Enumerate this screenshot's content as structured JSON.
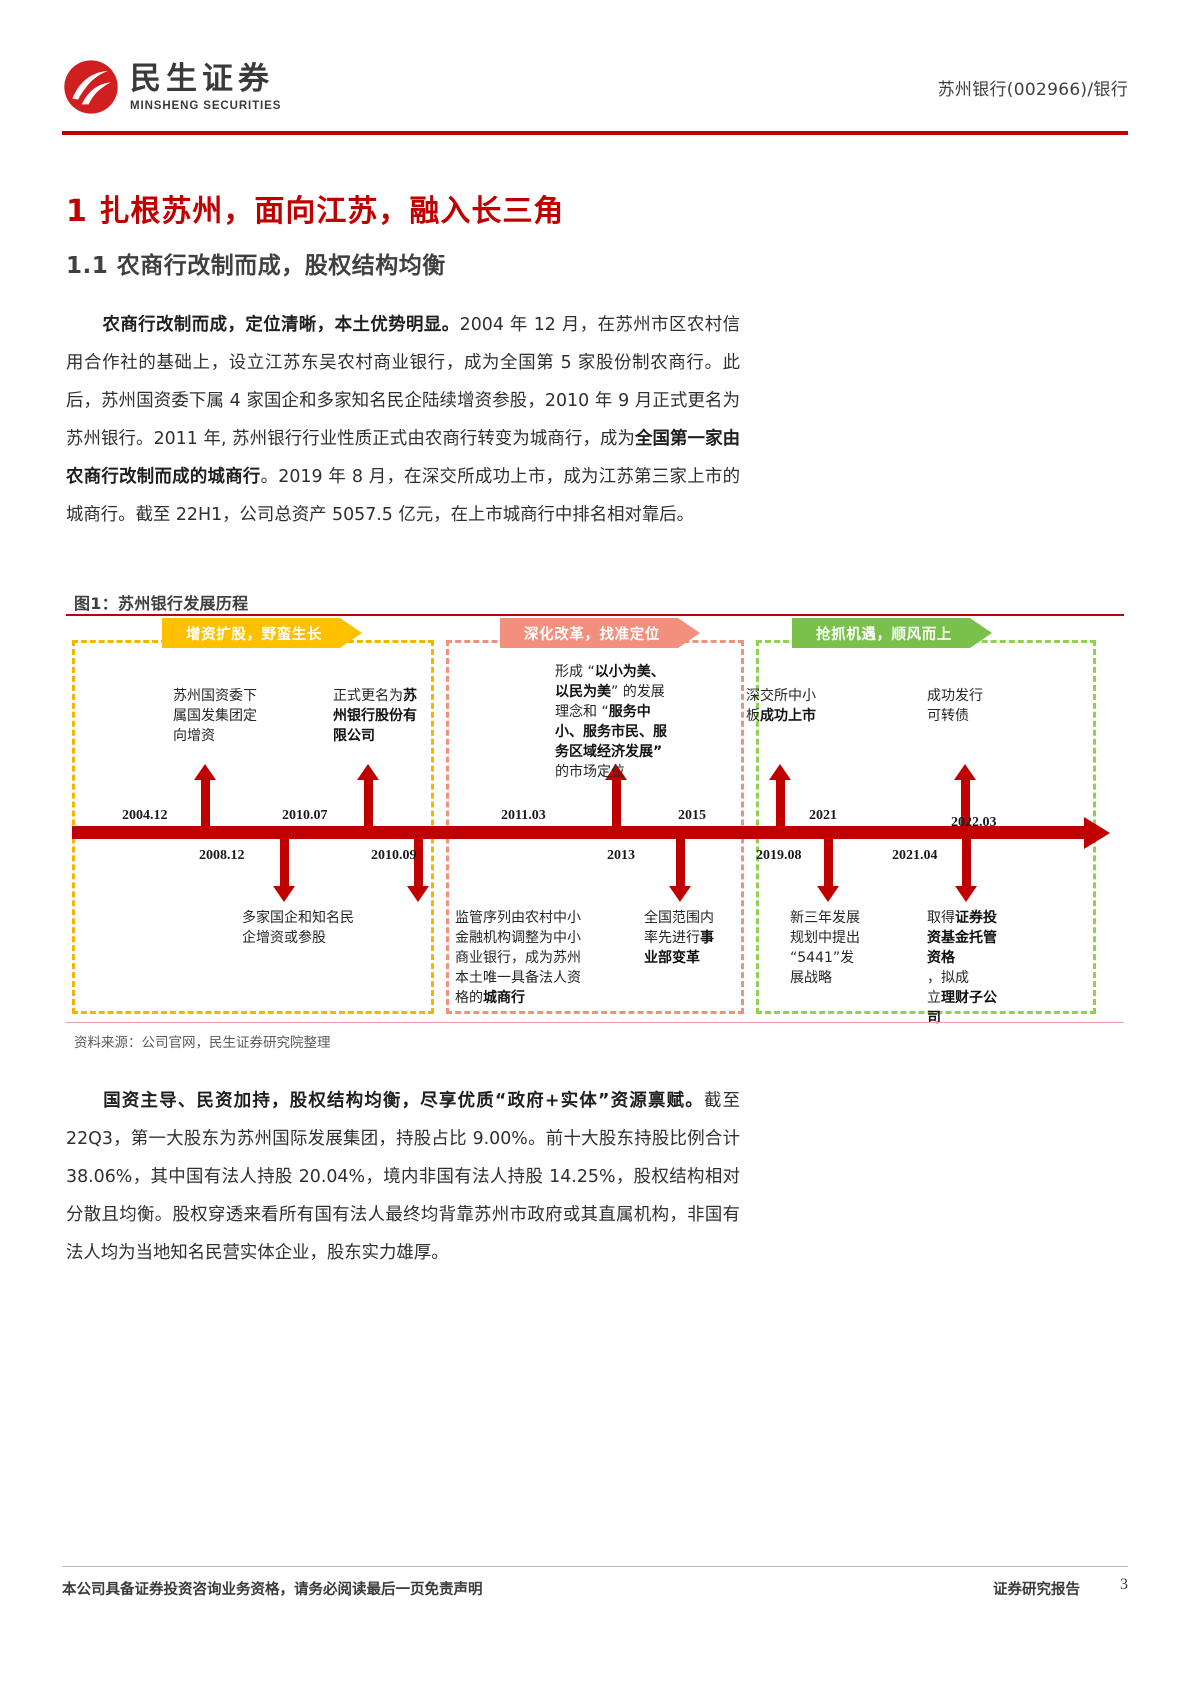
{
  "header": {
    "logo_cn": "民生证券",
    "logo_en": "MINSHENG SECURITIES",
    "right_label": "苏州银行(002966)/银行",
    "accent_color": "#c00000"
  },
  "headings": {
    "h1": "1 扎根苏州，面向江苏，融入长三角",
    "h2": "1.1 农商行改制而成，股权结构均衡"
  },
  "paragraphs": {
    "p1_lead": "农商行改制而成，定位清晰，本土优势明显。",
    "p1_rest_a": "2004 年 12 月，在苏州市区农村信用合作社的基础上，设立江苏东吴农村商业银行，成为全国第 5 家股份制农商行。此后，苏州国资委下属 4 家国企和多家知名民企陆续增资参股，2010 年 9 月正式更名为苏州银行。2011 年, 苏州银行行业性质正式由农商行转变为城商行，成为",
    "p1_bold_b": "全国第一家由农商行改制而成的城商行",
    "p1_rest_b": "。2019 年 8 月，在深交所成功上市，成为江苏第三家上市的城商行。截至 22H1，公司总资产 5057.5 亿元，在上市城商行中排名相对靠后。",
    "p2_lead": "国资主导、民资加持，股权结构均衡，尽享优质“政府+实体”资源禀赋。",
    "p2_rest": "截至 22Q3，第一大股东为苏州国际发展集团，持股占比 9.00%。前十大股东持股比例合计 38.06%，其中国有法人持股 20.04%，境内非国有法人持股 14.25%，股权结构相对分散且均衡。股权穿透来看所有国有法人最终均背靠苏州市政府或其直属机构，非国有法人均为当地知名民营实体企业，股东实力雄厚。"
  },
  "figure": {
    "caption": "图1：苏州银行发展历程",
    "source": "资料来源：公司官网，民生证券研究院整理",
    "phases": [
      {
        "label": "增资扩股，野蛮生长",
        "color": "#ffc000"
      },
      {
        "label": "深化改革，找准定位",
        "color": "#f2907d"
      },
      {
        "label": "抢抓机遇，顺风而上",
        "color": "#79c14b"
      }
    ],
    "axis_color": "#c00000",
    "dates_above": [
      "2004.12",
      "2010.07",
      "2011.03",
      "2015",
      "2021",
      "2022.03"
    ],
    "dates_below": [
      "2008.12",
      "2010.09",
      "2013",
      "2019.08",
      "2021.04"
    ],
    "events_above": [
      {
        "date": "2004.12",
        "text_plain": "",
        "text_bold": "",
        "text": ""
      },
      {
        "date": "2010.07",
        "text": "苏州国资委下属国发集团定向增资"
      },
      {
        "date": "2015",
        "text": "形成 “以小为美、以民为美” 的发展理念和 “服务中小、服务市民、服务区域经济发展” 的市场定位"
      },
      {
        "date": "2021",
        "text": "深交所中小板成功上市"
      },
      {
        "date": "2022.03",
        "text": "成功发行可转债"
      }
    ],
    "events_below": [
      {
        "date": "2008.12",
        "text": "多家国企和知名民企增资或参股"
      },
      {
        "date": "2010.09",
        "text": "正式更名为苏州银行股份有限公司"
      },
      {
        "date": "2013",
        "text": "监管序列由农村中小金融机构调整为中小商业银行，成为苏州本土唯一具备法人资格的城商行"
      },
      {
        "date": "2019.08",
        "text": "全国范围内率先进行事业部变革"
      },
      {
        "date": "2021.04",
        "text": "新三年发展规划中提出“5441”发展战略"
      }
    ],
    "event_blocks": [
      {
        "id": "ev1",
        "lines": [
          {
            "t": "苏州国资委下",
            "b": false
          },
          {
            "t": "属国发集团定",
            "b": false
          },
          {
            "t": "向增资",
            "b": false
          }
        ]
      },
      {
        "id": "ev2",
        "lines": [
          {
            "t": "正式更名为",
            "b": false
          },
          {
            "t": "苏",
            "b": true
          },
          {
            "t": "州银行股份有",
            "b": true
          },
          {
            "t": "限公司",
            "b": true
          }
        ]
      },
      {
        "id": "ev3",
        "lines": [
          {
            "t": "形成 “以小为美、",
            "b": false
          },
          {
            "t": "以民为美” 的发展",
            "b": false
          },
          {
            "t": "理念和 “服务中",
            "b": false
          },
          {
            "t": "小、服务市民、服",
            "b": true
          },
          {
            "t": "务区域经济发展”",
            "b": true
          },
          {
            "t": "的市场定位",
            "b": false
          }
        ]
      },
      {
        "id": "ev4",
        "lines": [
          {
            "t": "深交所中小",
            "b": false
          },
          {
            "t": "板",
            "b": false
          },
          {
            "t": "成功上市",
            "b": true
          }
        ]
      },
      {
        "id": "ev5",
        "lines": [
          {
            "t": "成功发行",
            "b": false
          },
          {
            "t": "可转债",
            "b": false
          }
        ]
      },
      {
        "id": "ev6",
        "lines": [
          {
            "t": "多家国企和知名民",
            "b": false
          },
          {
            "t": "企增资或参股",
            "b": false
          }
        ]
      },
      {
        "id": "ev7",
        "lines": [
          {
            "t": "监管序列由农村中小",
            "b": false
          },
          {
            "t": "金融机构调整为中小",
            "b": false
          },
          {
            "t": "商业银行，成为苏州",
            "b": false
          },
          {
            "t": "本土唯一具备法人资",
            "b": false
          },
          {
            "t": "格的",
            "b": false
          },
          {
            "t": "城商行",
            "b": true
          }
        ]
      },
      {
        "id": "ev8",
        "lines": [
          {
            "t": "全国范围内",
            "b": false
          },
          {
            "t": "率先进行",
            "b": false
          },
          {
            "t": "事",
            "b": true
          },
          {
            "t": "业部变革",
            "b": true
          }
        ]
      },
      {
        "id": "ev9",
        "lines": [
          {
            "t": "新三年发展",
            "b": false
          },
          {
            "t": "规划中提出",
            "b": false
          },
          {
            "t": "“5441”发",
            "b": false
          },
          {
            "t": "展战略",
            "b": false
          }
        ]
      },
      {
        "id": "ev10",
        "lines": [
          {
            "t": "取得",
            "b": false
          },
          {
            "t": "证券投",
            "b": true
          },
          {
            "t": "资基金托管",
            "b": true
          },
          {
            "t": "资格",
            "b": true
          },
          {
            "t": "，拟成",
            "b": false
          },
          {
            "t": "立",
            "b": false
          },
          {
            "t": "理财子公",
            "b": true
          },
          {
            "t": "司",
            "b": true
          }
        ]
      }
    ]
  },
  "timeline_text": {
    "ev1_l1": "苏州国资委下",
    "ev1_l2": "属国发集团定",
    "ev1_l3": "向增资",
    "ev2_l1": "正式更名为",
    "ev2_l1b": "苏",
    "ev2_l2": "州银行股份有",
    "ev2_l3": "限公司",
    "ev3_l1a": "形成 “",
    "ev3_l1b": "以小为美、",
    "ev3_l2b": "以民为美",
    "ev3_l2a": "” 的发展",
    "ev3_l3a": "理念和 “",
    "ev3_l3b": "服务中",
    "ev3_l4": "小、服务市民、服",
    "ev3_l5": "务区域经济发展”",
    "ev3_l6": "的市场定位",
    "ev4_l1": "深交所中小",
    "ev4_l2a": "板",
    "ev4_l2b": "成功上市",
    "ev5_l1": "成功发行",
    "ev5_l2": "可转债",
    "ev6_l1": "多家国企和知名民",
    "ev6_l2": "企增资或参股",
    "ev7_l1": "监管序列由农村中小",
    "ev7_l2": "金融机构调整为中小",
    "ev7_l3": "商业银行，成为苏州",
    "ev7_l4": "本土唯一具备法人资",
    "ev7_l5a": "格的",
    "ev7_l5b": "城商行",
    "ev8_l1": "全国范围内",
    "ev8_l2a": "率先进行",
    "ev8_l2b": "事",
    "ev8_l3b": "业部变革",
    "ev9_l1": "新三年发展",
    "ev9_l2": "规划中提出",
    "ev9_l3": "“5441”发",
    "ev9_l4": "展战略",
    "ev10_l1a": "取得",
    "ev10_l1b": "证券投",
    "ev10_l2b": "资基金托管",
    "ev10_l3b": "资格",
    "ev10_l3a": "，拟成",
    "ev10_l4a": "立",
    "ev10_l4b": "理财子公",
    "ev10_l5b": "司",
    "d_2004_12": "2004.12",
    "d_2010_07": "2010.07",
    "d_2011_03": "2011.03",
    "d_2015": "2015",
    "d_2021": "2021",
    "d_2022_03": "2022.03",
    "d_2008_12": "2008.12",
    "d_2010_09": "2010.09",
    "d_2013": "2013",
    "d_2019_08": "2019.08",
    "d_2021_04": "2021.04"
  },
  "footer": {
    "left": "本公司具备证券投资咨询业务资格，请务必阅读最后一页免责声明",
    "right": "证券研究报告",
    "page": "3"
  }
}
